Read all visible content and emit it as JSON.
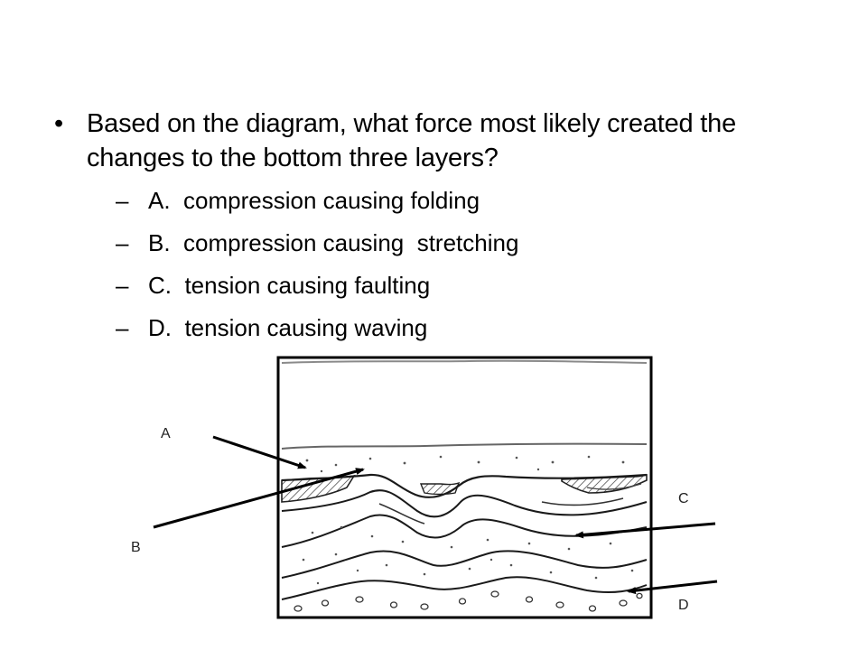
{
  "question": {
    "text": "Based on the diagram, what force most likely created the changes to the bottom three layers?",
    "bullet": "•",
    "options": [
      {
        "text": "A.  compression causing folding"
      },
      {
        "text": "B.  compression causing  stretching"
      },
      {
        "text": "C.  tension causing faulting"
      },
      {
        "text": "D.  tension causing waving"
      }
    ],
    "dash": "–"
  },
  "diagram": {
    "labels": {
      "a": "A",
      "b": "B",
      "c": "C",
      "d": "D"
    }
  }
}
